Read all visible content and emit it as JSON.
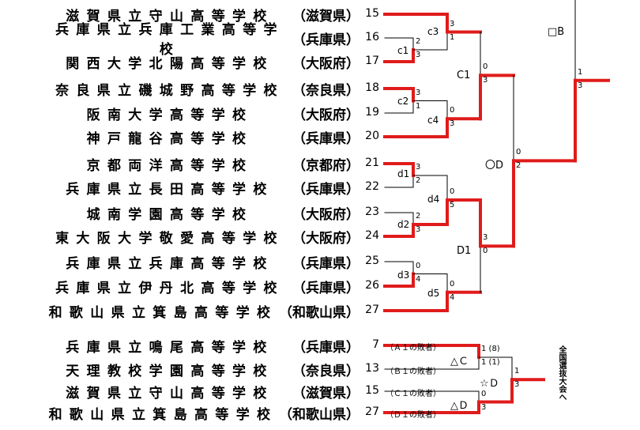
{
  "upper": {
    "teams": [
      {
        "name": "滋賀県立守山高等学校",
        "pref": "滋賀県",
        "no": "15"
      },
      {
        "name": "兵庫県立兵庫工業高等学校",
        "pref": "兵庫県",
        "no": "16"
      },
      {
        "name": "関西大学北陽高等学校",
        "pref": "大阪府",
        "no": "17"
      },
      {
        "name": "奈良県立磯城野高等学校",
        "pref": "奈良県",
        "no": "18"
      },
      {
        "name": "阪南大学高等学校",
        "pref": "大阪府",
        "no": "19"
      },
      {
        "name": "神戸龍谷高等学校",
        "pref": "兵庫県",
        "no": "20"
      },
      {
        "name": "京都両洋高等学校",
        "pref": "京都府",
        "no": "21"
      },
      {
        "name": "兵庫県立長田高等学校",
        "pref": "兵庫県",
        "no": "22"
      },
      {
        "name": "城南学園高等学校",
        "pref": "大阪府",
        "no": "23"
      },
      {
        "name": "東大阪大学敬愛高等学校",
        "pref": "大阪府",
        "no": "24"
      },
      {
        "name": "兵庫県立兵庫高等学校",
        "pref": "兵庫県",
        "no": "25"
      },
      {
        "name": "兵庫県立伊丹北高等学校",
        "pref": "兵庫県",
        "no": "26"
      },
      {
        "name": "和歌山県立箕島高等学校",
        "pref": "和歌山県",
        "no": "27"
      }
    ],
    "matches": {
      "c1": {
        "label": "c1",
        "s_top": "2",
        "s_bot": "3"
      },
      "c2": {
        "label": "c2",
        "s_top": "3",
        "s_bot": "1"
      },
      "c3": {
        "label": "c3",
        "s_top": "3",
        "s_bot": "1"
      },
      "c4": {
        "label": "c4",
        "s_top": "0",
        "s_bot": "3"
      },
      "d1": {
        "label": "d1",
        "s_top": "3",
        "s_bot": "2"
      },
      "d2": {
        "label": "d2",
        "s_top": "2",
        "s_bot": "3"
      },
      "d3": {
        "label": "d3",
        "s_top": "0",
        "s_bot": "4"
      },
      "d4": {
        "label": "d4",
        "s_top": "0",
        "s_bot": "5"
      },
      "d5": {
        "label": "d5",
        "s_top": "0",
        "s_bot": "4"
      },
      "C1": {
        "label": "C1",
        "s_top": "0",
        "s_bot": "3"
      },
      "D1": {
        "label": "D1",
        "s_top": "3",
        "s_bot": "0"
      },
      "OD": {
        "label": "〇D",
        "s_top": "0",
        "s_bot": "2"
      },
      "B": {
        "label": "□B",
        "s_top": "1",
        "s_bot": "3"
      }
    }
  },
  "lower": {
    "teams": [
      {
        "name": "兵庫県立鳴尾高等学校",
        "pref": "兵庫県",
        "no": "7",
        "note": "（Ａ１の敗者）"
      },
      {
        "name": "天理教校学園高等学校",
        "pref": "奈良県",
        "no": "13",
        "note": "（Ｂ１の敗者）"
      },
      {
        "name": "滋賀県立守山高等学校",
        "pref": "滋賀県",
        "no": "15",
        "note": "（Ｃ１の敗者）"
      },
      {
        "name": "和歌山県立箕島高等学校",
        "pref": "和歌山県",
        "no": "27",
        "note": "（Ｄ１の敗者）"
      }
    ],
    "matches": {
      "tC": {
        "label": "△Ｃ",
        "s_top": "1 (8)",
        "s_bot": "1 (1)"
      },
      "tD": {
        "label": "△Ｄ",
        "s_top": "0",
        "s_bot": "3"
      },
      "sD": {
        "label": "☆Ｄ",
        "s_top": "1",
        "s_bot": "3"
      }
    },
    "final_note": "全国選抜大会へ"
  },
  "colors": {
    "winner": "#e01b1b",
    "line": "#000000"
  }
}
